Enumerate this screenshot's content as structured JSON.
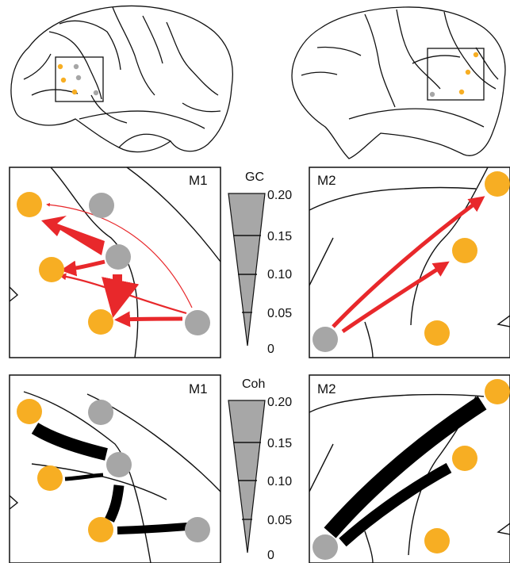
{
  "colors": {
    "target_node": "#f7ae23",
    "seed_node": "#a6a6a6",
    "gc_arrow": "#e8282b",
    "coh_band": "#000000",
    "scale_fill": "#a7a7a7"
  },
  "panels": {
    "gc_left_label": "M1",
    "gc_right_label": "M2",
    "coh_left_label": "M1",
    "coh_right_label": "M2"
  },
  "gc_scale": {
    "title": "GC",
    "ticks": [
      "0.20",
      "0.15",
      "0.10",
      "0.05",
      "0"
    ]
  },
  "coh_scale": {
    "title": "Coh",
    "ticks": [
      "0.20",
      "0.15",
      "0.10",
      "0.05",
      "0"
    ]
  }
}
